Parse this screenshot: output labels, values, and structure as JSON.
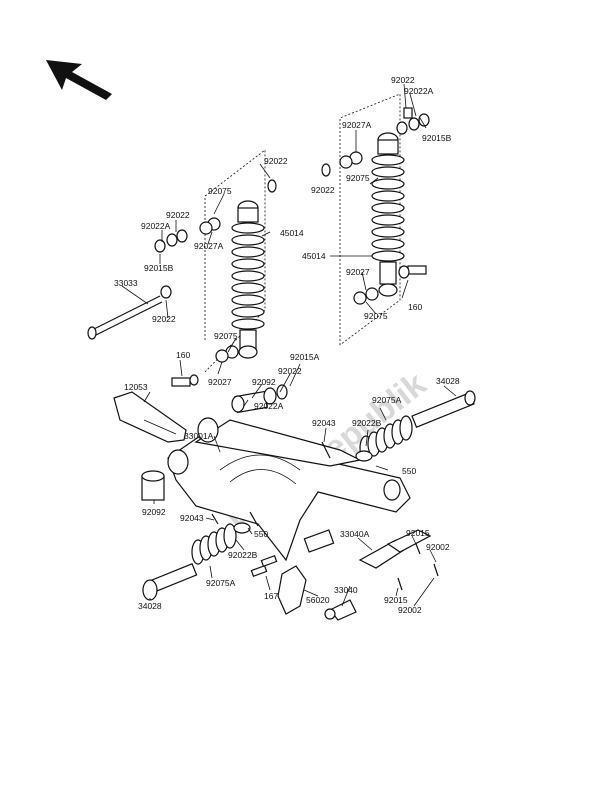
{
  "watermark": "Parts Republik",
  "labels": {
    "p92022_a": "92022",
    "p92022A_a": "92022A",
    "p92027A_a": "92027A",
    "p92015B_a": "92015B",
    "p92022_b": "92022",
    "p92075_a": "92075",
    "p45014_a": "45014",
    "p92027_a": "92027",
    "p92075_b": "92075",
    "p160_a": "160",
    "p92022_c": "92022",
    "p92075_c": "92075",
    "p92022_d": "92022",
    "p92022A_b": "92022A",
    "p92027A_b": "92027A",
    "p45014_b": "45014",
    "p92015B_b": "92015B",
    "p33033": "33033",
    "p92022_e": "92022",
    "p92075_d": "92075",
    "p92027_b": "92027",
    "p160_b": "160",
    "p92092_a": "92092",
    "p92022_f": "92022",
    "p92015A": "92015A",
    "p92022A_c": "92022A",
    "p34028_a": "34028",
    "p12053": "12053",
    "p33001A": "33001A",
    "p92043_a": "92043",
    "p92075A_a": "92075A",
    "p92022B_a": "92022B",
    "p550_a": "550",
    "p92092_b": "92092",
    "p92043_b": "92043",
    "p550_b": "550",
    "p92022B_b": "92022B",
    "p92075A_b": "92075A",
    "p167": "167",
    "p34028_b": "34028",
    "p33040A": "33040A",
    "p92015_a": "92015",
    "p92002_a": "92002",
    "p33040": "33040",
    "p92015_b": "92015",
    "p92002_b": "92002",
    "p56020": "56020"
  },
  "icons": {
    "direction": "front-direction-arrow-icon"
  }
}
